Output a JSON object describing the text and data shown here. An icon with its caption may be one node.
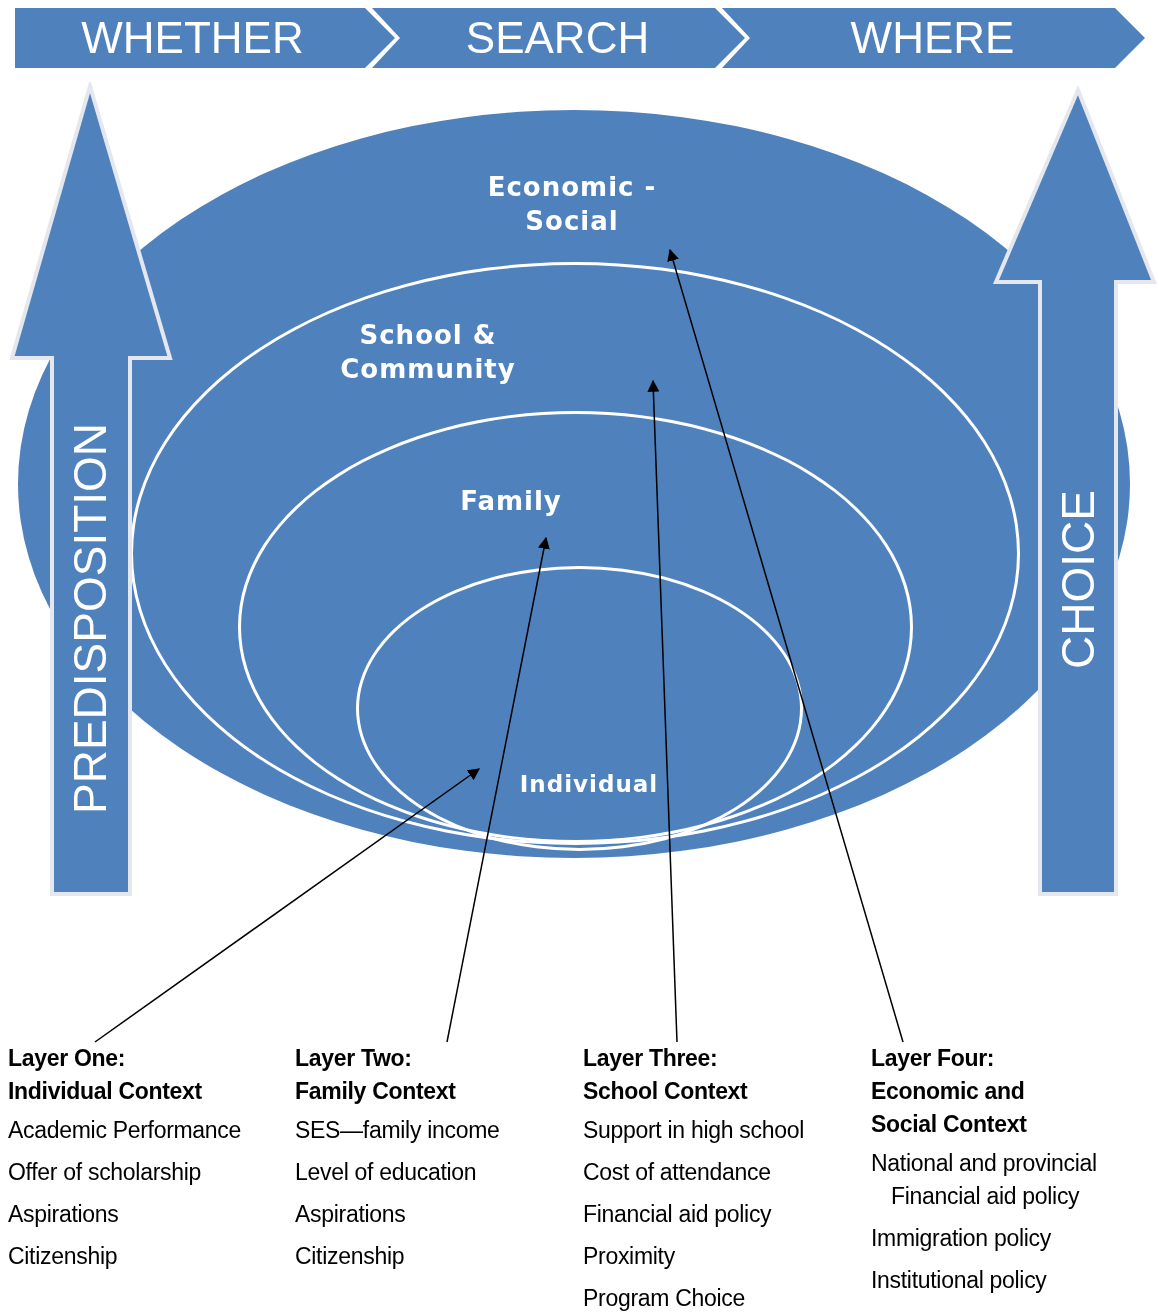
{
  "diagram": {
    "nodes": [
      {
        "text": [
          "WHETHER"
        ]
      },
      {
        "text": [
          "SEARCH"
        ]
      },
      {
        "text": [
          "WHERE"
        ]
      },
      {
        "text": [
          "PREDISPOSITION"
        ]
      },
      {
        "text": [
          "Economic - Social"
        ]
      },
      {
        "text": [
          "School & Community"
        ],
        "in": 4
      },
      {
        "text": [
          "Family"
        ],
        "in": 5
      },
      {
        "text": [
          "Individual"
        ],
        "in": 6
      },
      {
        "text": [
          "CHOICE"
        ]
      },
      {
        "text": [
          "Layer One: Individual Context",
          "Academic Performance",
          "Offer of scholarship",
          "Aspirations",
          "Citizenship"
        ]
      },
      {
        "text": [
          "Layer Two: Family Context",
          "SES—family income",
          "Level of education",
          "Aspirations",
          "Citizenship"
        ]
      },
      {
        "text": [
          "Layer Three: School Context",
          "Support in high school",
          "Cost of attendance",
          "Financial aid policy",
          "Proximity",
          "Program Choice"
        ]
      },
      {
        "text": [
          "Layer Four: Economic and Social Context",
          "National and provincial Financial aid policy",
          "Immigration policy",
          "Institutional policy"
        ]
      }
    ],
    "edges": [
      {
        "from": 9,
        "to": 7,
        "arrow": "to"
      },
      {
        "from": 10,
        "to": 6,
        "arrow": "to"
      },
      {
        "from": 11,
        "to": 5,
        "arrow": "to"
      },
      {
        "from": 12,
        "to": 4,
        "arrow": "to"
      }
    ]
  }
}
